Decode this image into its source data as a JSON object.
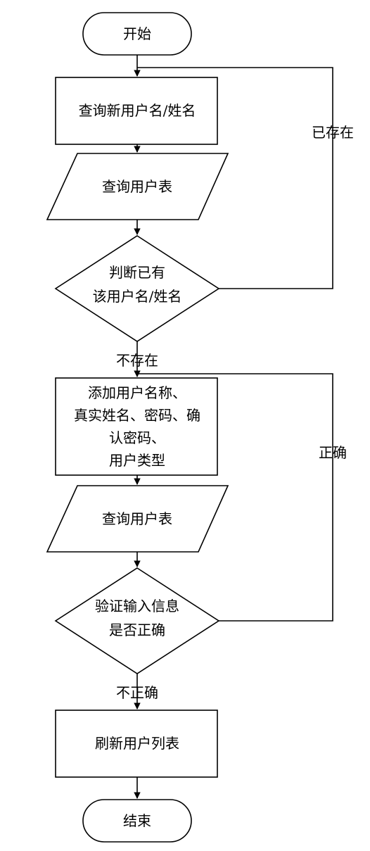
{
  "nodes": {
    "start": "开始",
    "query_new_name": "查询新用户名/姓名",
    "query_user_table_1": "查询用户表",
    "check_exists": [
      "判断已有",
      "该用户名/姓名"
    ],
    "add_user_info": [
      "添加用户名称、",
      "真实姓名、密码、确",
      "认密码、",
      "用户类型"
    ],
    "query_user_table_2": "查询用户表",
    "validate_input": [
      "验证输入信息",
      "是否正确"
    ],
    "refresh_list": "刷新用户列表",
    "end": "结束"
  },
  "edge_labels": {
    "exists": "已存在",
    "not_exists": "不存在",
    "correct": "正确",
    "incorrect": "不正确"
  }
}
